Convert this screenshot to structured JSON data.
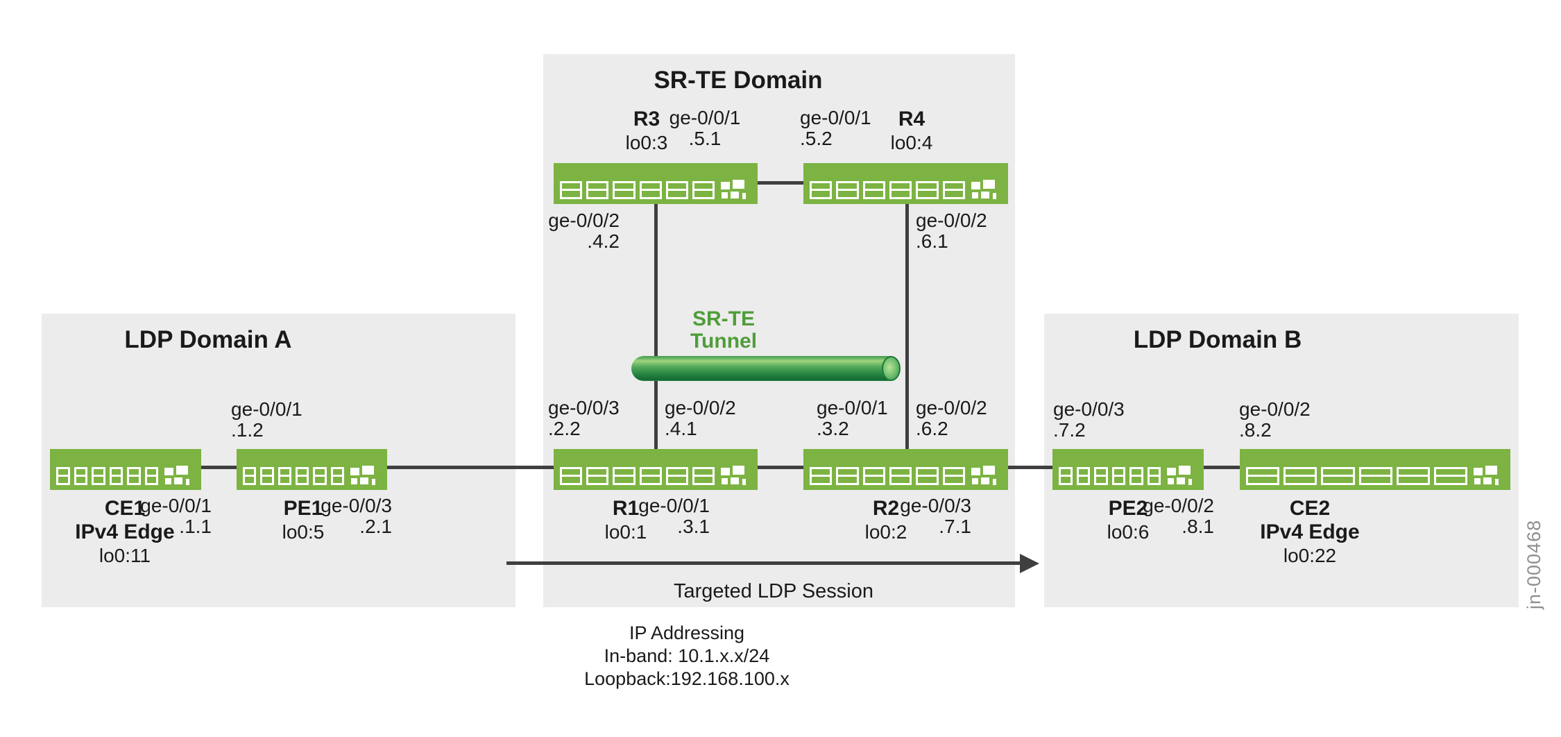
{
  "figure": {
    "domains": {
      "a": "LDP Domain A",
      "srte": "SR-TE Domain",
      "b": "LDP Domain B"
    },
    "routers": {
      "ce1": {
        "name": "CE1",
        "role": "IPv4 Edge",
        "lo": "lo0:11"
      },
      "pe1": {
        "name": "PE1",
        "lo": "lo0:5"
      },
      "r1": {
        "name": "R1",
        "lo": "lo0:1"
      },
      "r2": {
        "name": "R2",
        "lo": "lo0:2"
      },
      "r3": {
        "name": "R3",
        "lo": "lo0:3"
      },
      "r4": {
        "name": "R4",
        "lo": "lo0:4"
      },
      "pe2": {
        "name": "PE2",
        "lo": "lo0:6"
      },
      "ce2": {
        "name": "CE2",
        "role": "IPv4 Edge",
        "lo": "lo0:22"
      }
    },
    "ifaces": {
      "ce1": {
        "port": "ge-0/0/1",
        "addr": ".1.1"
      },
      "pe1_up": {
        "port": "ge-0/0/1",
        "addr": ".1.2"
      },
      "pe1_dn": {
        "port": "ge-0/0/3",
        "addr": ".2.1"
      },
      "r1_ul": {
        "port": "ge-0/0/3",
        "addr": ".2.2"
      },
      "r1_ur": {
        "port": "ge-0/0/2",
        "addr": ".4.1"
      },
      "r1_dn": {
        "port": "ge-0/0/1",
        "addr": ".3.1"
      },
      "r2_ul": {
        "port": "ge-0/0/1",
        "addr": ".3.2"
      },
      "r2_ur": {
        "port": "ge-0/0/2",
        "addr": ".6.2"
      },
      "r2_dn": {
        "port": "ge-0/0/3",
        "addr": ".7.1"
      },
      "r3_up": {
        "port": "ge-0/0/1",
        "addr": ".5.1"
      },
      "r3_dn": {
        "port": "ge-0/0/2",
        "addr": ".4.2"
      },
      "r4_up": {
        "port": "ge-0/0/1",
        "addr": ".5.2"
      },
      "r4_dn": {
        "port": "ge-0/0/2",
        "addr": ".6.1"
      },
      "pe2_up": {
        "port": "ge-0/0/3",
        "addr": ".7.2"
      },
      "pe2_dn": {
        "port": "ge-0/0/2",
        "addr": ".8.1"
      },
      "ce2_up": {
        "port": "ge-0/0/2",
        "addr": ".8.2"
      }
    },
    "tunnel": {
      "line1": "SR-TE",
      "line2": "Tunnel"
    },
    "session_arrow_label": "Targeted LDP Session",
    "addressing": {
      "title": "IP Addressing",
      "inband": "In-band: 10.1.x.x/24",
      "loopback": "Loopback:192.168.100.x"
    },
    "figure_id": "jn-000468",
    "colors": {
      "router_green": "#7cb342",
      "domain_bg": "#ececec",
      "link_line": "#3f3f3f",
      "tunnel_text_green": "#4f9d3a",
      "figure_id_gray": "#8f8f8f"
    }
  }
}
